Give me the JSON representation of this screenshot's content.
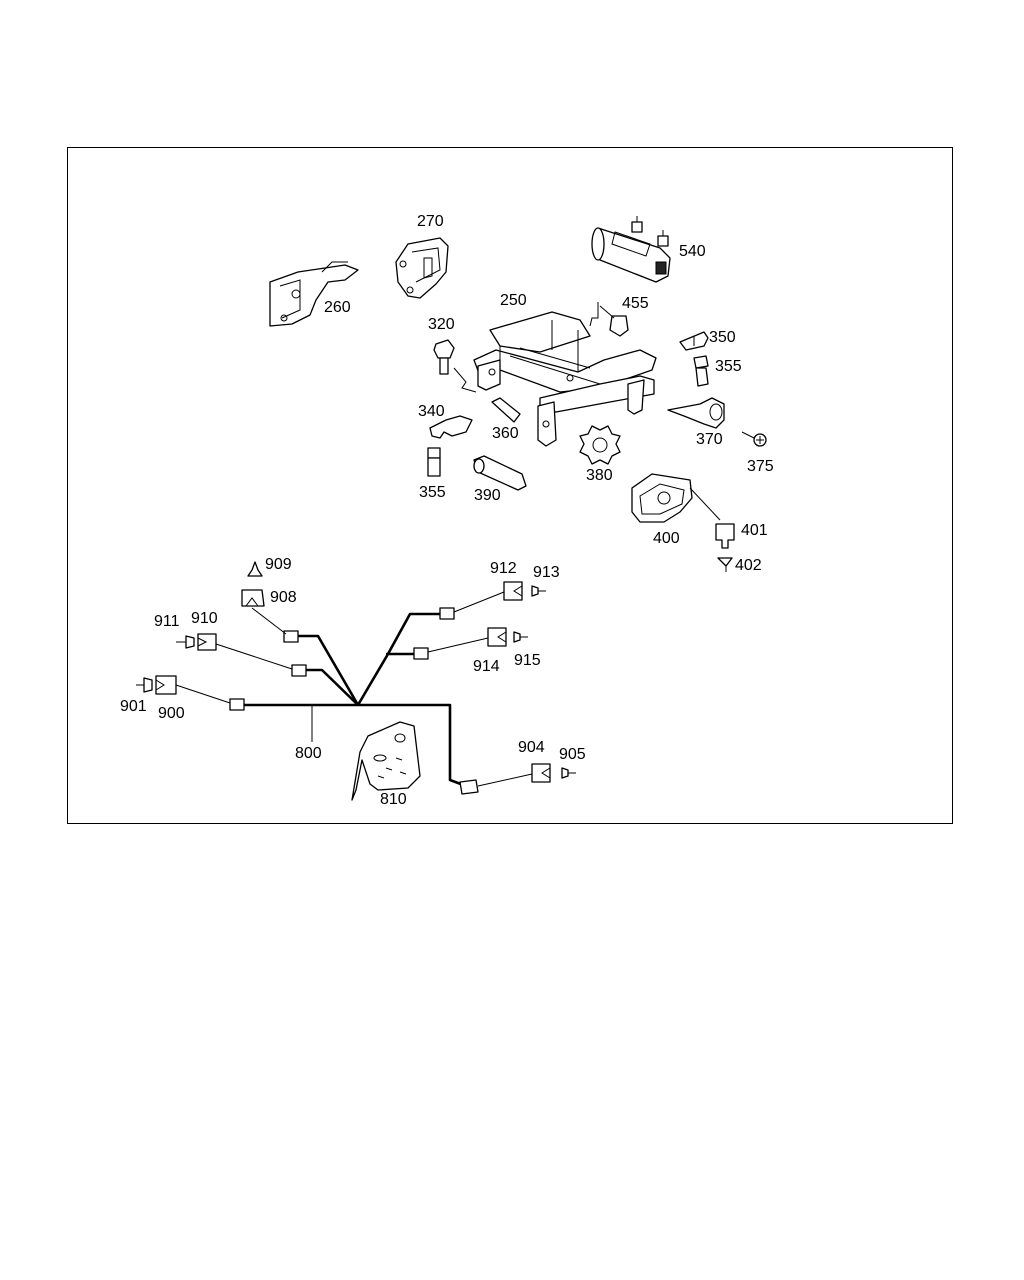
{
  "colors": {
    "line": "#000000",
    "background": "#ffffff"
  },
  "callouts": {
    "c250": "250",
    "c260": "260",
    "c270": "270",
    "c320": "320",
    "c340": "340",
    "c350": "350",
    "c355a": "355",
    "c355b": "355",
    "c360": "360",
    "c370": "370",
    "c375": "375",
    "c380": "380",
    "c390": "390",
    "c400": "400",
    "c401": "401",
    "c402": "402",
    "c455": "455",
    "c540": "540",
    "c800": "800",
    "c810": "810",
    "c900": "900",
    "c901": "901",
    "c904": "904",
    "c905": "905",
    "c908": "908",
    "c909": "909",
    "c910": "910",
    "c911": "911",
    "c912": "912",
    "c913": "913",
    "c914": "914",
    "c915": "915"
  }
}
